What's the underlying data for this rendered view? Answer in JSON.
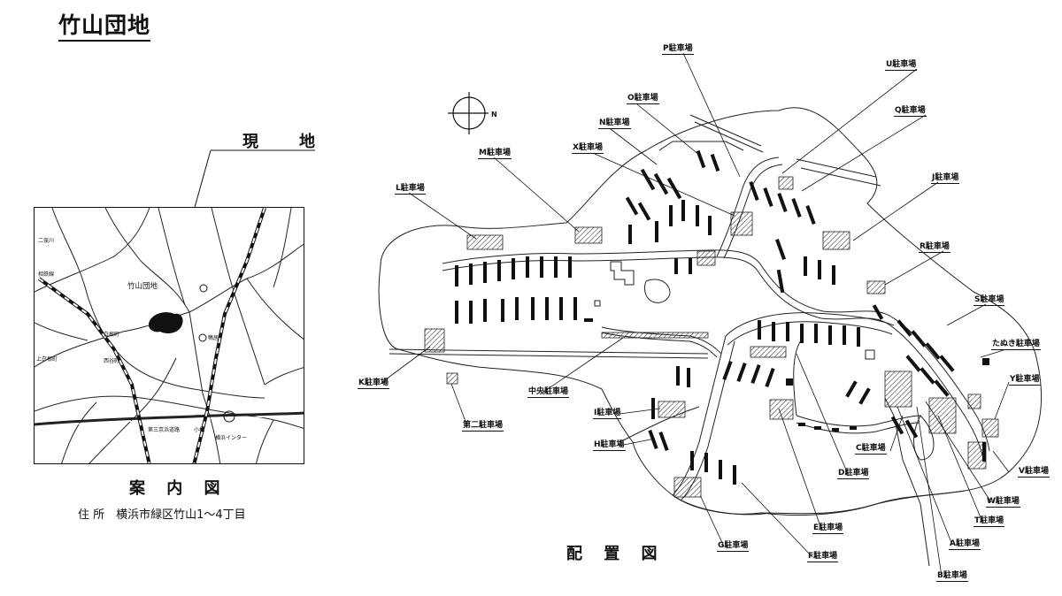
{
  "title": "竹山団地",
  "site_label": "現　地",
  "guide_map": {
    "title": "案 内 図",
    "address": "住 所　横浜市緑区竹山1～4丁目",
    "labels": {
      "danchi": "竹山団地",
      "nijo": "二俣川",
      "sotetsu": "相鉄線",
      "hakuba": "白根町",
      "kamishirane": "上白根町",
      "nishitani": "西谷町",
      "kawai": "鴨居",
      "kamoi": "小机",
      "interchange": "横浜インター",
      "highway": "第三京浜道路"
    }
  },
  "layout_map": {
    "title": "配 置 図",
    "parking": {
      "P": "P駐車場",
      "U": "U駐車場",
      "O": "O駐車場",
      "Q": "Q駐車場",
      "N": "N駐車場",
      "X": "X駐車場",
      "J": "J駐車場",
      "M": "M駐車場",
      "L": "L駐車場",
      "R": "R駐車場",
      "S": "S駐車場",
      "tanuki": "たぬき駐車場",
      "K": "K駐車場",
      "Y": "Y駐車場",
      "center": "中央駐車場",
      "second": "第二駐車場",
      "I": "I駐車場",
      "H": "H駐車場",
      "C": "C駐車場",
      "D": "D駐車場",
      "V": "V駐車場",
      "W": "W駐車場",
      "T": "T駐車場",
      "E": "E駐車場",
      "A": "A駐車場",
      "G": "G駐車場",
      "F": "F駐車場",
      "B": "B駐車場"
    },
    "compass": "N"
  }
}
